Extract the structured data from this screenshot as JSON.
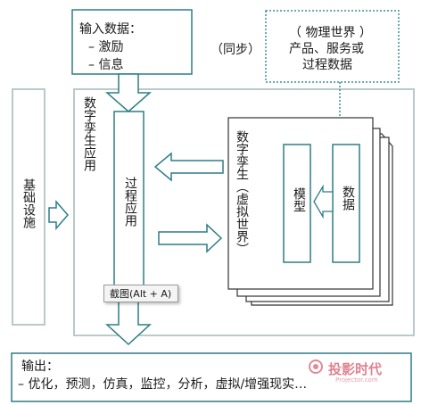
{
  "input": {
    "title": "输入数据：",
    "items": [
      "– 激励",
      "– 信息"
    ]
  },
  "sync_label": "（同步）",
  "physical": {
    "line1": "（ 物理世界 ）",
    "line2": "产品、服务或",
    "line3": "过程数据"
  },
  "infrastructure": "基础设施",
  "dt_application": "数字孪生应用",
  "process_application": "过程应用",
  "digital_twin": "数字孪生（虚拟世界）",
  "model": "模型",
  "data": "数据",
  "tooltip": "截图(Alt + A)",
  "output": {
    "title": "输出：",
    "items": "– 优化，预测，仿真，监控，分析，虚拟/增强现实…"
  },
  "watermark": {
    "main": "投影时代",
    "sub": "Projector.com"
  },
  "colors": {
    "stroke": "#2e7d86",
    "frame": "#9fb8bc",
    "dotted": "#3a8f98"
  }
}
